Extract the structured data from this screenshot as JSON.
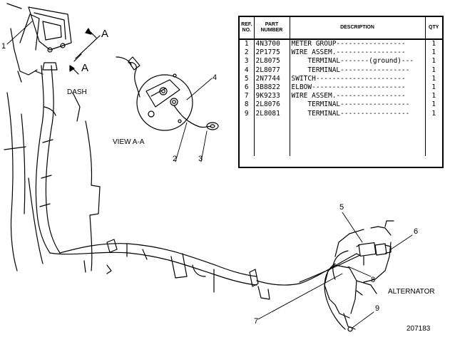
{
  "labels": {
    "view_a_top": "A",
    "view_a_bottom": "A",
    "dash": "DASH",
    "view_aa": "VIEW A-A",
    "alternator": "ALTERNATOR",
    "figure_number": "207183"
  },
  "callouts": [
    "1",
    "2",
    "3",
    "4",
    "5",
    "6",
    "7",
    "8",
    "9"
  ],
  "parts_table": {
    "headers": {
      "ref": "REF. NO.",
      "part": "PART NUMBER",
      "description": "DESCRIPTION",
      "qty": "QTY"
    },
    "rows": [
      {
        "ref": "1",
        "part": "4N3700",
        "description": "METER GROUP-----------------",
        "qty": "1"
      },
      {
        "ref": "2",
        "part": "2P1775",
        "description": "WIRE ASSEM.-----------------",
        "qty": "1"
      },
      {
        "ref": "3",
        "part": "2L8075",
        "description": "    TERMINAL-------(ground)---",
        "qty": "1"
      },
      {
        "ref": "4",
        "part": "2L8077",
        "description": "    TERMINAL-----------------",
        "qty": "1"
      },
      {
        "ref": "5",
        "part": "2N7744",
        "description": "SWITCH----------------------",
        "qty": "1"
      },
      {
        "ref": "6",
        "part": "3B8822",
        "description": "ELBOW-----------------------",
        "qty": "1"
      },
      {
        "ref": "7",
        "part": "9K9233",
        "description": "WIRE ASSEM.-----------------",
        "qty": "1"
      },
      {
        "ref": "8",
        "part": "2L8076",
        "description": "    TERMINAL-----------------",
        "qty": "1"
      },
      {
        "ref": "9",
        "part": "2L8081",
        "description": "    TERMINAL-----------------",
        "qty": "1"
      }
    ]
  }
}
